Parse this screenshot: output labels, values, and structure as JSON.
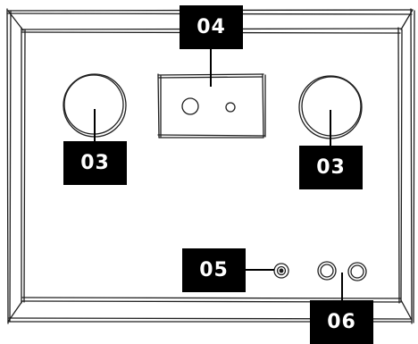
{
  "callouts": {
    "left_knob": "03",
    "right_knob": "03",
    "top_panel": "04",
    "jack": "05",
    "twin_knobs": "06"
  },
  "colors": {
    "ink": "#1e1e1e",
    "label_bg": "#000000",
    "label_text": "#ffffff",
    "paper": "#ffffff"
  }
}
